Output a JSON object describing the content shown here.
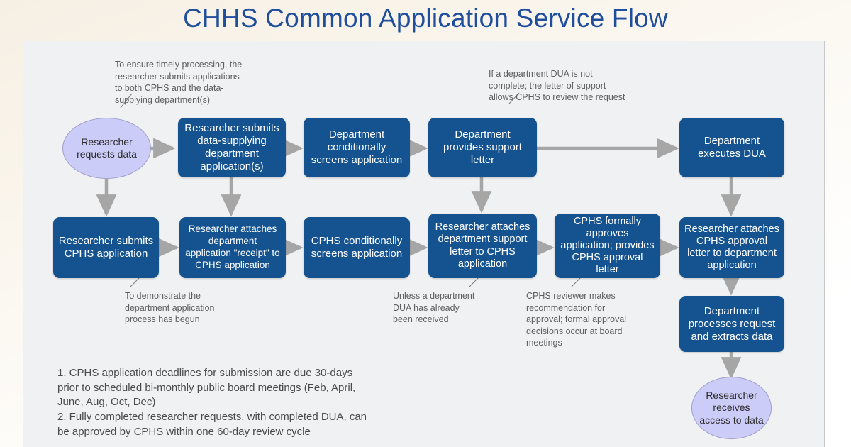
{
  "page": {
    "title": "CHHS Common Application Service Flow",
    "title_color": "#1f4e9c",
    "canvas_bg": "#f0f1f2",
    "node_color": "#14538f",
    "terminal_color": "#ccccf8",
    "connector_color": "#a6a6a6"
  },
  "nodes": {
    "start": "Researcher requests data",
    "submit_dept_app": "Researcher submits data-supplying department application(s)",
    "dept_screens": "Department conditionally screens application",
    "dept_support_letter": "Department provides support letter",
    "dept_executes_dua": "Department executes DUA",
    "submit_cphs_app": "Researcher submits CPHS application",
    "attach_receipt": "Researcher attaches department application \"receipt\" to CPHS application",
    "cphs_screens": "CPHS conditionally screens application",
    "attach_support_letter": "Researcher attaches department support letter to CPHS application",
    "cphs_approves": "CPHS formally approves application; provides CPHS approval letter",
    "attach_approval_letter": "Researcher attaches CPHS approval letter to department application",
    "dept_processes": "Department processes request and extracts data",
    "end": "Researcher receives access to data"
  },
  "notes": {
    "timely_processing": "To ensure timely processing, the\nresearcher submits applications\nto both CPHS and the data-\nsupplying department(s)",
    "dua_not_complete": "If a department DUA is not\ncomplete; the letter of support\nallows CPHS to review the request",
    "demonstrate_process": "To demonstrate the\ndepartment application\nprocess has begun",
    "unless_dua": "Unless a department\nDUA has already\nbeen received",
    "cphs_reviewer": "CPHS reviewer makes\nrecommendation for\napproval; formal approval\ndecisions occur at board\nmeetings"
  },
  "footnotes": {
    "note_1": "1. CPHS application deadlines for submission are due 30-days\nprior to scheduled bi-monthly public board meetings (Feb, April,\nJune, Aug, Oct, Dec)",
    "note_2": "2. Fully completed researcher requests, with completed DUA, can\nbe approved by CPHS within one 60-day review cycle"
  }
}
